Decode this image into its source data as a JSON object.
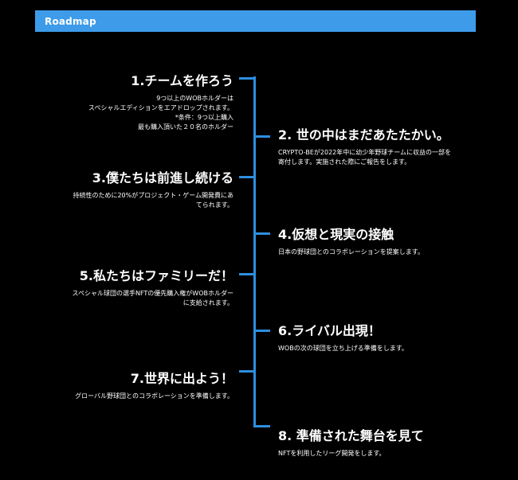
{
  "header": {
    "title": "Roadmap",
    "background_color": "#3d9be9"
  },
  "timeline": {
    "line_color": "#2e8ee0"
  },
  "items": [
    {
      "title": "1.チームを作ろう",
      "lines": [
        "9つ以上のWOBホルダーは",
        "スペシャルエディションをエアドロップされます。",
        "*条件：9つ以上購入",
        "最も購入頂いた２０名のホルダー"
      ]
    },
    {
      "title": "2. 世の中はまだあたたかい。",
      "lines": [
        "CRYPTO-BEが2022年中に幼少年野球チームに収益の一部を",
        "寄付します。実施された際にご報告をします。"
      ]
    },
    {
      "title": "3.僕たちは前進し続ける",
      "lines": [
        "持続性のために20%がプロジェクト・ゲーム開発費にあ",
        "てられます。"
      ]
    },
    {
      "title": "4.仮想と現実の接触",
      "lines": [
        "日本の野球団とのコラボレーションを提案します。"
      ]
    },
    {
      "title": "5.私たちはファミリーだ！",
      "lines": [
        "スペシャル球団の選手NFTの優先購入権がWOBホルダー",
        "に支給されます。"
      ]
    },
    {
      "title": "6.ライバル出現！",
      "lines": [
        "WOBの次の球団を立ち上げる準備をします。"
      ]
    },
    {
      "title": "7.世界に出よう！",
      "lines": [
        "グローバル野球団とのコラボレーションを準備します。"
      ]
    },
    {
      "title": "8. 準備された舞台を見て",
      "lines": [
        "NFTを利用したリーグ開発をします。"
      ]
    }
  ]
}
